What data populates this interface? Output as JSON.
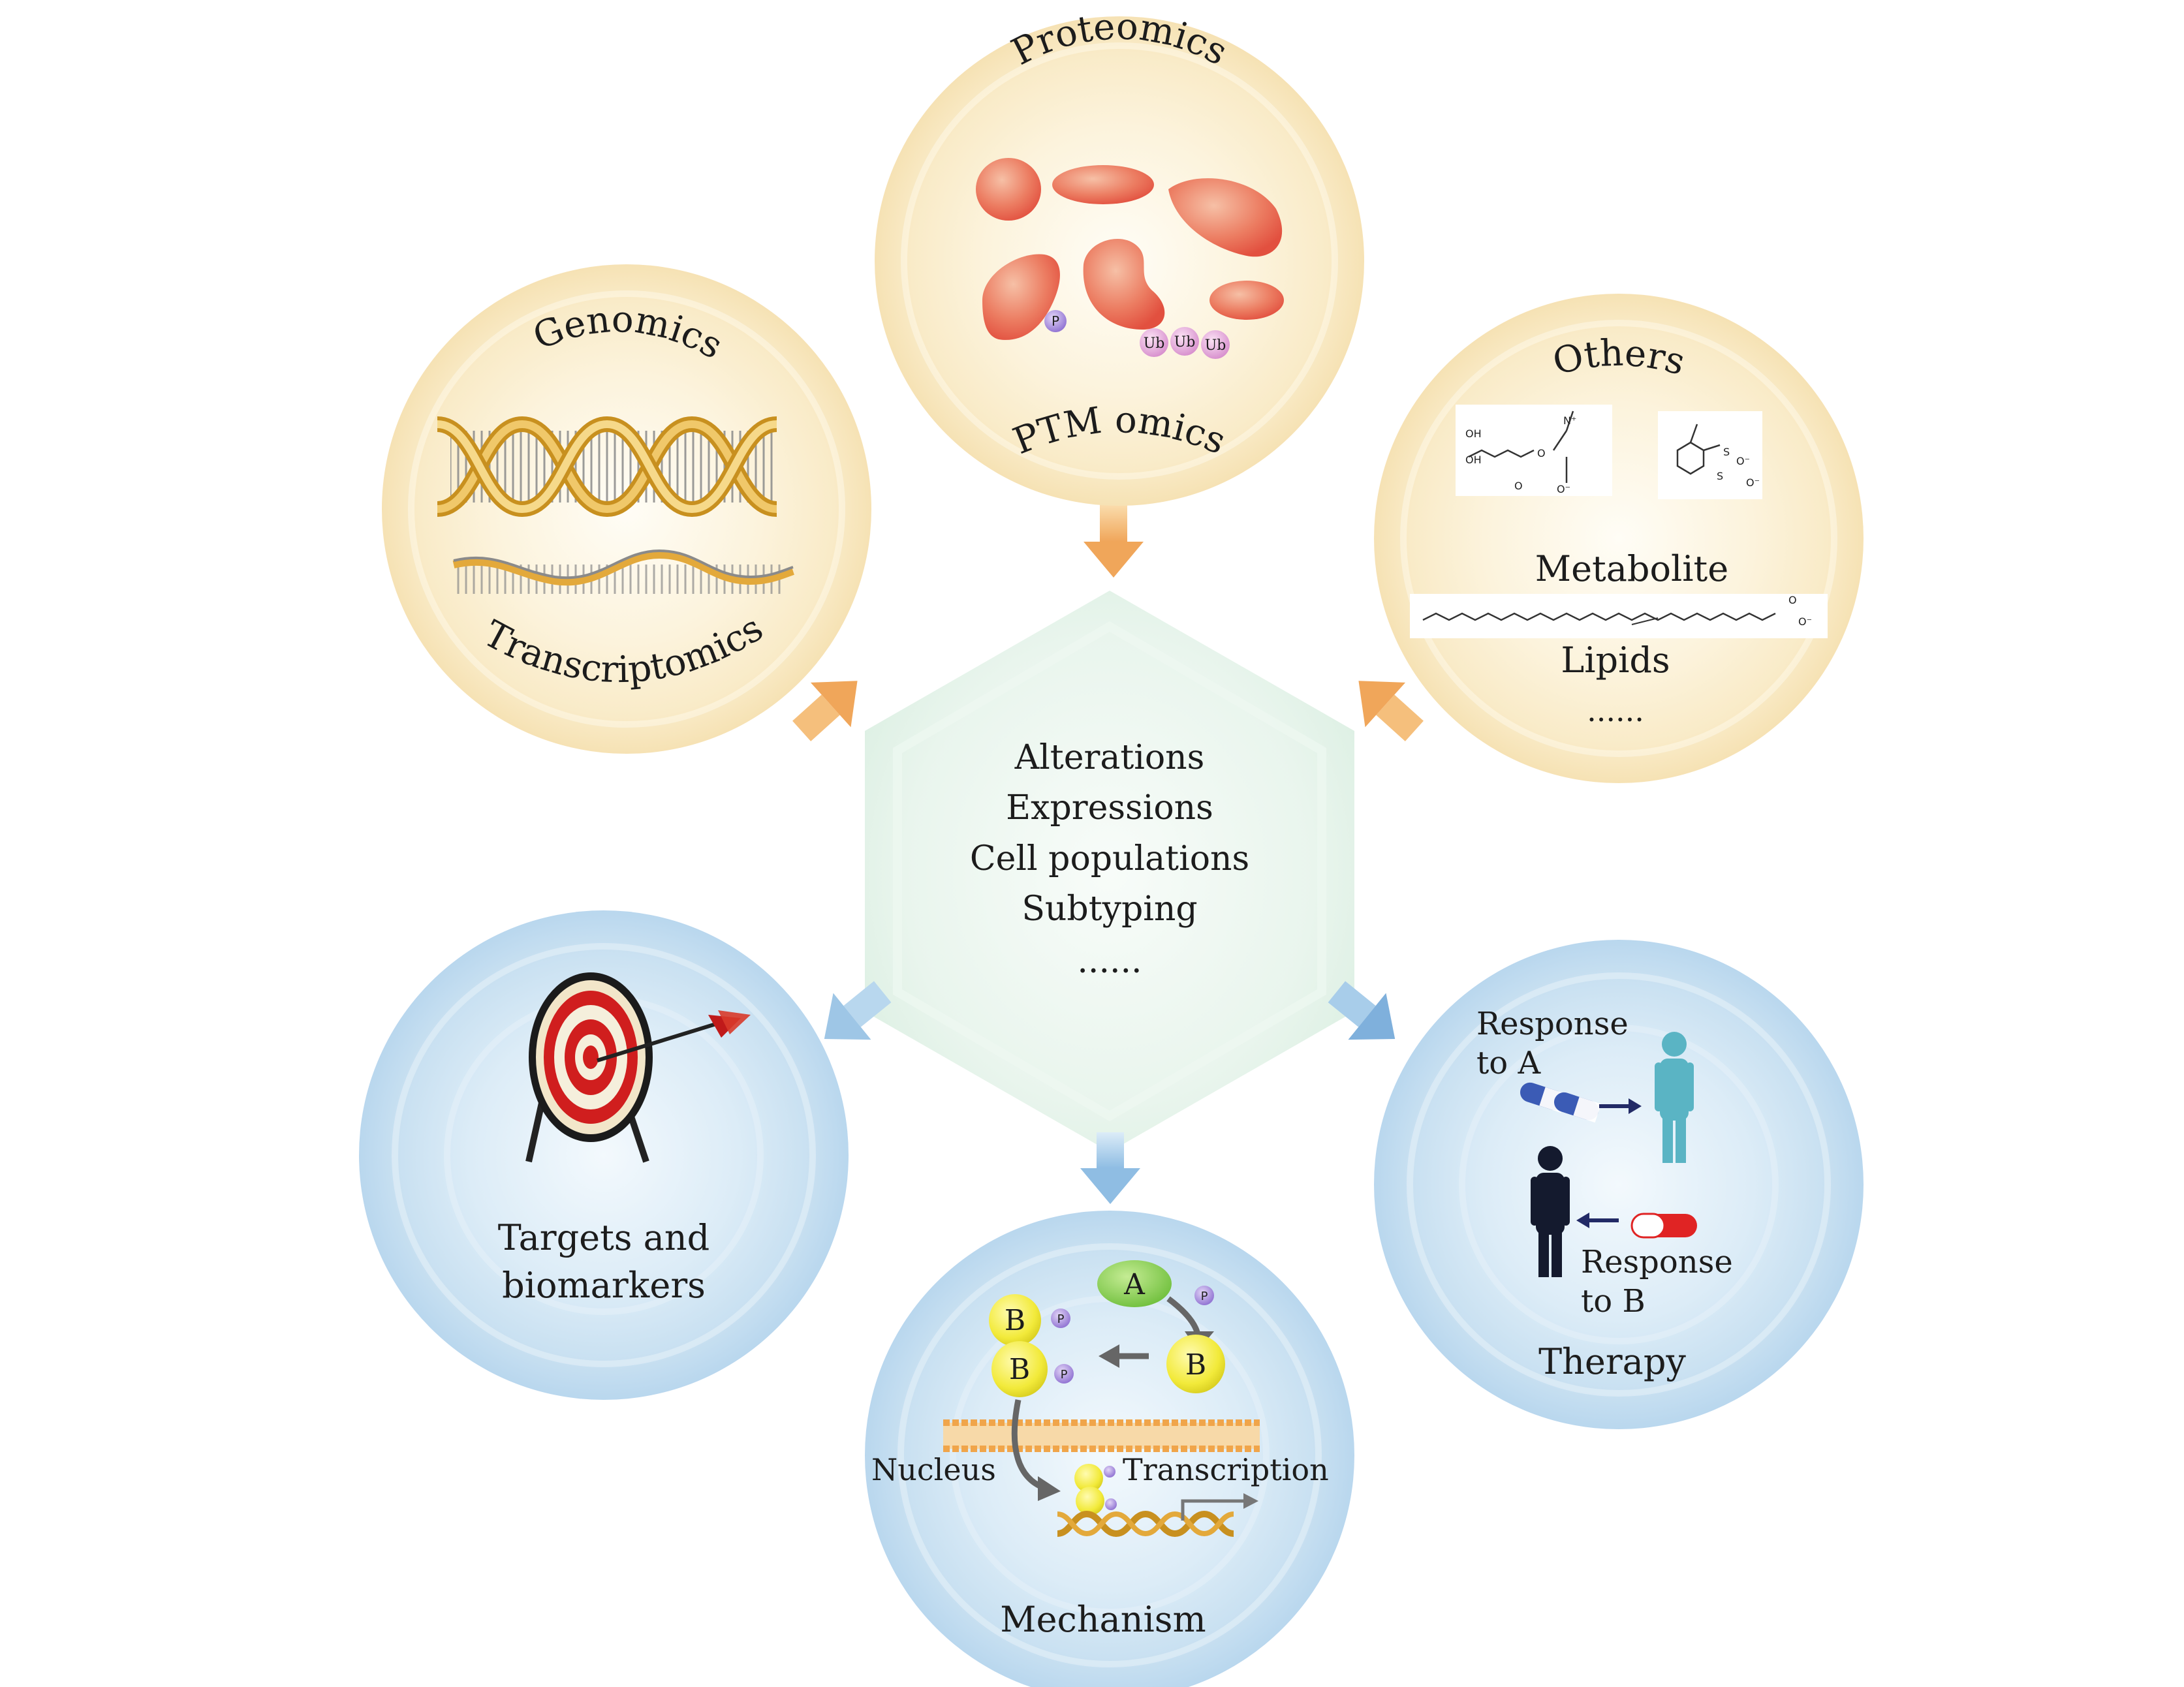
{
  "omics": {
    "proteomics": {
      "title": "Proteomics",
      "subtitle": "PTM omics",
      "ptm_p": "P",
      "ptm_ub": [
        "Ub",
        "Ub",
        "Ub"
      ]
    },
    "genomics": {
      "title": "Genomics",
      "subtitle": "Transcriptomics"
    },
    "others": {
      "title": "Others",
      "metabolite": "Metabolite",
      "lipids": "Lipids",
      "ellipsis": "......",
      "chem_labels": {
        "oh": "OH",
        "oh2": "OH",
        "o": "O",
        "o_minus": "O⁻",
        "n_plus": "N⁺",
        "s": "S"
      }
    }
  },
  "center": {
    "lines": [
      "Alterations",
      "Expressions",
      "Cell populations",
      "Subtyping",
      "......"
    ]
  },
  "outcomes": {
    "targets": {
      "line1": "Targets and",
      "line2": "biomarkers"
    },
    "mechanism": {
      "title": "Mechanism",
      "a": "A",
      "b": "B",
      "p": "P",
      "nucleus": "Nucleus",
      "transcription": "Transcription"
    },
    "therapy": {
      "title": "Therapy",
      "response_a_1": "Response",
      "response_a_2": "to A",
      "response_b_1": "Response",
      "response_b_2": "to B"
    }
  },
  "colors": {
    "omics_circle": "#fbf0d6",
    "outcome_circle": "#cfe3f2",
    "hexagon": "#e6f4ea",
    "protein": "#e8604c",
    "dna_gold": "#e3a93b",
    "arrow_orange": "#f3b86c",
    "arrow_blue": "#9ec6e6"
  }
}
